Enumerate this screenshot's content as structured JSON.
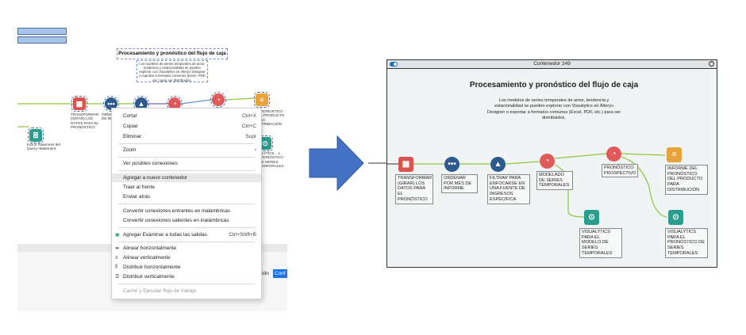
{
  "left_canvas": {
    "title": "Procesamiento y pronóstico del flujo de caja",
    "note": "Los modelos de series temporales de amor, tendencia y estacionalidad se pueden explorar con Visualytics en Alteryx Designer o exportar a formatos comunes (Excel, PDF, etc.) para ser distribuidos.",
    "tools": [
      {
        "label": "TRANSFORMAR (GIRAR) LOS DATOS PARA EL PRONÓSTICO"
      },
      {
        "label": "ORDE... DE INF..."
      },
      {
        "label": "Incluir Statement del Query+Statement"
      },
      {
        "label": "...PRÓNOSTICO DEL PRODUCTO PARA DISTRIBUCIÓN"
      },
      {
        "label": "...LYTICS ...L PRONÓSTICO DE SERIES TEMPORALES"
      }
    ]
  },
  "context_menu": {
    "items": [
      {
        "label": "Cortar",
        "shortcut": "Ctrl+X"
      },
      {
        "label": "Copiar",
        "shortcut": "Ctrl+C"
      },
      {
        "label": "Eliminar",
        "shortcut": "Supr"
      },
      {
        "label": "Zoom",
        "shortcut": "›"
      },
      {
        "label": "Ver posibles conexiones",
        "shortcut": ""
      },
      {
        "label": "Agregar a nuevo contenedor",
        "shortcut": ""
      },
      {
        "label": "Traer al frente",
        "shortcut": ""
      },
      {
        "label": "Enviar atrás",
        "shortcut": ""
      },
      {
        "label": "Convertir conexiones entrantes en inalámbricas",
        "shortcut": ""
      },
      {
        "label": "Convertir conexiones salientes en inalámbricas",
        "shortcut": ""
      },
      {
        "label": "Agregar Examinar a todas las salidas",
        "shortcut": "Ctrl+Shift+B"
      },
      {
        "label": "Alinear horizontalmente",
        "shortcut": ""
      },
      {
        "label": "Alinear verticalmente",
        "shortcut": ""
      },
      {
        "label": "Distribuir horizontalmente",
        "shortcut": ""
      },
      {
        "label": "Distribuir verticalmente",
        "shortcut": ""
      },
      {
        "label": "Caché y Ejecutar flujo de trabajo",
        "shortcut": ""
      }
    ]
  },
  "bottom_strip": {
    "text": "ción",
    "button": "Conf"
  },
  "container": {
    "header": "Contenedor 249",
    "title": "Procesamiento y pronóstico del flujo de caja",
    "note": "Los modelos de series temporales de amor, tendencia y estacionalidad se pueden explorar con Visualytics en Alteryx Designer o exportar a formatos comunes (Excel, PDF, etc.) para ser distribuidos.",
    "tools": [
      {
        "label": "TRANSFORMAR (GIRAR) LOS DATOS PARA EL PRONÓSTICO"
      },
      {
        "label": "ORDENAR POR MES DE INFORME"
      },
      {
        "label": "FILTRAR PARA ENFOCARSE EN UNA FUENTE DE INGRESOS ESPECÍFICA"
      },
      {
        "label": "MODELADO DE SERIES TEMPORALES"
      },
      {
        "label": "PRONÓSTICO PROSPECTIVO"
      },
      {
        "label": "INFORME DEL PRONÓSTICO DEL PRODUCTO PARA DISTRIBUCIÓN"
      },
      {
        "label": "VISUALYTICS PARA EL MODELO DE SERIES TEMPORALES"
      },
      {
        "label": "VISUALYTICS PARA EL PRONÓSTICO DE SERIES TEMPORALES"
      }
    ]
  },
  "colors": {
    "arrow": "#4472c4",
    "transform": "#d9534f",
    "sort": "#2c5a8c",
    "filter": "#2c5a8c",
    "model": "#e05a5a",
    "report": "#e8a33d",
    "visualytics": "#2a9d8f",
    "wire": "#8dc63f"
  },
  "icons": {
    "container_toggle": "toggle-icon",
    "container_collapse": "collapse-icon"
  }
}
